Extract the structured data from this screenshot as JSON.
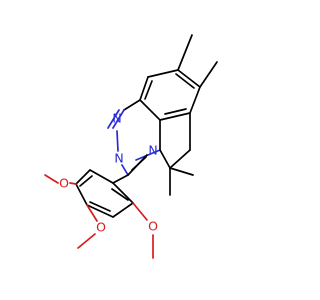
{
  "structure": {
    "atom_labels": {
      "n1": "N",
      "n2": "N",
      "n3": "N",
      "o1": "O",
      "o2": "O",
      "o3": "O"
    },
    "colors": {
      "bond": "#000000",
      "nitrogen": "#2a2ad8",
      "oxygen": "#d81c1c",
      "background": "#ffffff"
    }
  }
}
